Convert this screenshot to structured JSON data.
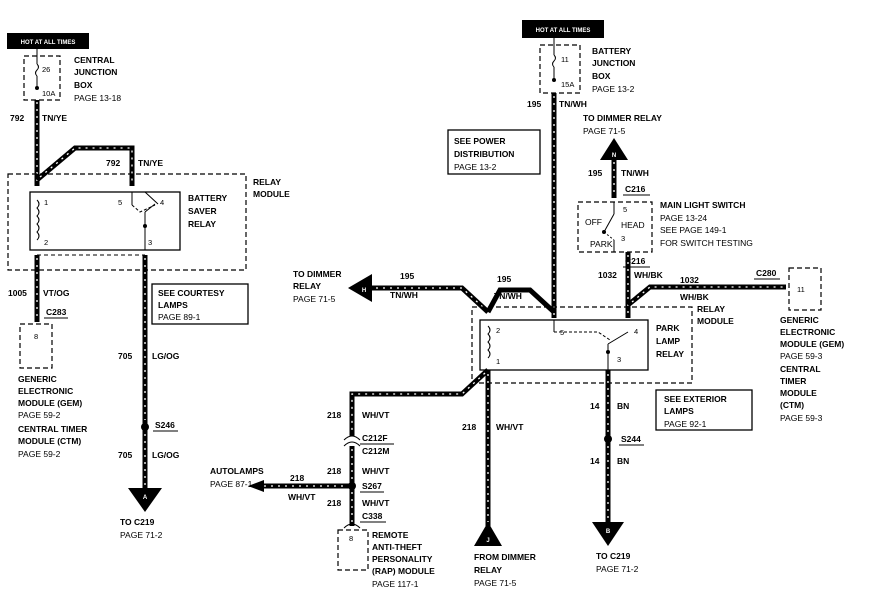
{
  "hot_at_all_times": "HOT AT ALL TIMES",
  "left": {
    "cjb": {
      "fuse": "26",
      "rating": "10A",
      "name1": "CENTRAL",
      "name2": "JUNCTION",
      "name3": "BOX",
      "page": "PAGE 13-18"
    },
    "wire792a": {
      "num": "792",
      "color": "TN/YE"
    },
    "wire792b": {
      "num": "792",
      "color": "TN/YE"
    },
    "relay_module": {
      "line1": "RELAY",
      "line2": "MODULE"
    },
    "bsr": {
      "line1": "BATTERY",
      "line2": "SAVER",
      "line3": "RELAY",
      "pin1": "1",
      "pin2": "2",
      "pin3": "3",
      "pin4": "4",
      "pin5": "5"
    },
    "wire1005": {
      "num": "1005",
      "color": "VT/OG"
    },
    "c283": "C283",
    "gem_pin": "8",
    "gem": {
      "line1": "GENERIC",
      "line2": "ELECTRONIC",
      "line3": "MODULE (GEM)",
      "page": "PAGE 59-2",
      "ctm1": "CENTRAL TIMER",
      "ctm2": "MODULE (CTM)",
      "ctm_page": "PAGE 59-2"
    },
    "courtesy": {
      "line1": "SEE COURTESY",
      "line2": "LAMPS",
      "page": "PAGE  89-1"
    },
    "wire705a": {
      "num": "705",
      "color": "LG/OG"
    },
    "s246": "S246",
    "wire705b": {
      "num": "705",
      "color": "LG/OG"
    },
    "conn_a": "A",
    "to_c219": "TO C219",
    "to_c219_page": "PAGE 71-2"
  },
  "right": {
    "bjb": {
      "fuse": "11",
      "rating": "15A",
      "name1": "BATTERY",
      "name2": "JUNCTION",
      "name3": "BOX",
      "page": "PAGE 13-2"
    },
    "wire195a": {
      "num": "195",
      "color": "TN/WH"
    },
    "power_dist": {
      "line1": "SEE POWER",
      "line2": "DISTRIBUTION",
      "page": "PAGE 13-2"
    },
    "to_dimmer_top": {
      "line1": "TO DIMMER RELAY",
      "page": "PAGE 71-5"
    },
    "conn_n": "N",
    "wire195b": {
      "num": "195",
      "color": "TN/WH"
    },
    "c216a": "C216",
    "mls": {
      "line1": "MAIN LIGHT SWITCH",
      "page": "PAGE 13-24",
      "see": "SEE PAGE 149-1",
      "testing": "FOR SWITCH TESTING",
      "off": "OFF",
      "head": "HEAD",
      "park": "PARK",
      "pin5": "5",
      "pin3": "3"
    },
    "c216b": "C216",
    "wire1032a": {
      "num": "1032",
      "color": "WH/BK"
    },
    "wire1032b": {
      "num": "1032",
      "color": "WH/BK"
    },
    "c280": "C280",
    "gem_pin": "11",
    "gem": {
      "line1": "GENERIC",
      "line2": "ELECTRONIC",
      "line3": "MODULE (GEM)",
      "page": "PAGE 59-3",
      "ctm1": "CENTRAL",
      "ctm2": "TIMER",
      "ctm3": "MODULE",
      "ctm4": "(CTM)",
      "ctm_page": "PAGE 59-3"
    },
    "to_dimmer_left": {
      "line1": "TO DIMMER",
      "line2": "RELAY",
      "page": "PAGE 71-5"
    },
    "conn_h": "H",
    "wire195c": {
      "num": "195",
      "color": "TN/WH"
    },
    "wire195d": {
      "num": "195",
      "color": "TN/WH"
    },
    "relay_module": {
      "line1": "RELAY",
      "line2": "MODULE"
    },
    "plr": {
      "line1": "PARK",
      "line2": "LAMP",
      "line3": "RELAY",
      "pin1": "1",
      "pin2": "2",
      "pin3": "3",
      "pin4": "4",
      "pin5": "5"
    },
    "exterior": {
      "line1": "SEE EXTERIOR",
      "line2": "LAMPS",
      "page": "PAGE 92-1"
    },
    "wire14a": {
      "num": "14",
      "color": "BN"
    },
    "s244": "S244",
    "wire14b": {
      "num": "14",
      "color": "BN"
    },
    "conn_b": "B",
    "to_c219": "TO C219",
    "to_c219_page": "PAGE 71-2",
    "wire218a": {
      "num": "218",
      "color": "WH/VT"
    },
    "c212f": "C212F",
    "c212m": "C212M",
    "wire218b": {
      "num": "218",
      "color": "WH/VT"
    },
    "s267": "S267",
    "wire218c": {
      "num": "218",
      "color": "WH/VT"
    },
    "c338": "C338",
    "autolamps": {
      "line1": "AUTOLAMPS",
      "page": "PAGE 87-1",
      "num": "218",
      "color": "WH/VT"
    },
    "rap_pin": "8",
    "rap": {
      "line1": "REMOTE",
      "line2": "ANTI-THEFT",
      "line3": "PERSONALITY",
      "line4": "(RAP) MODULE",
      "page": "PAGE 117-1"
    },
    "wire218d": {
      "num": "218",
      "color": "WH/VT"
    },
    "conn_j": "J",
    "from_dimmer": {
      "line1": "FROM DIMMER",
      "line2": "RELAY",
      "page": "PAGE 71-5"
    }
  }
}
